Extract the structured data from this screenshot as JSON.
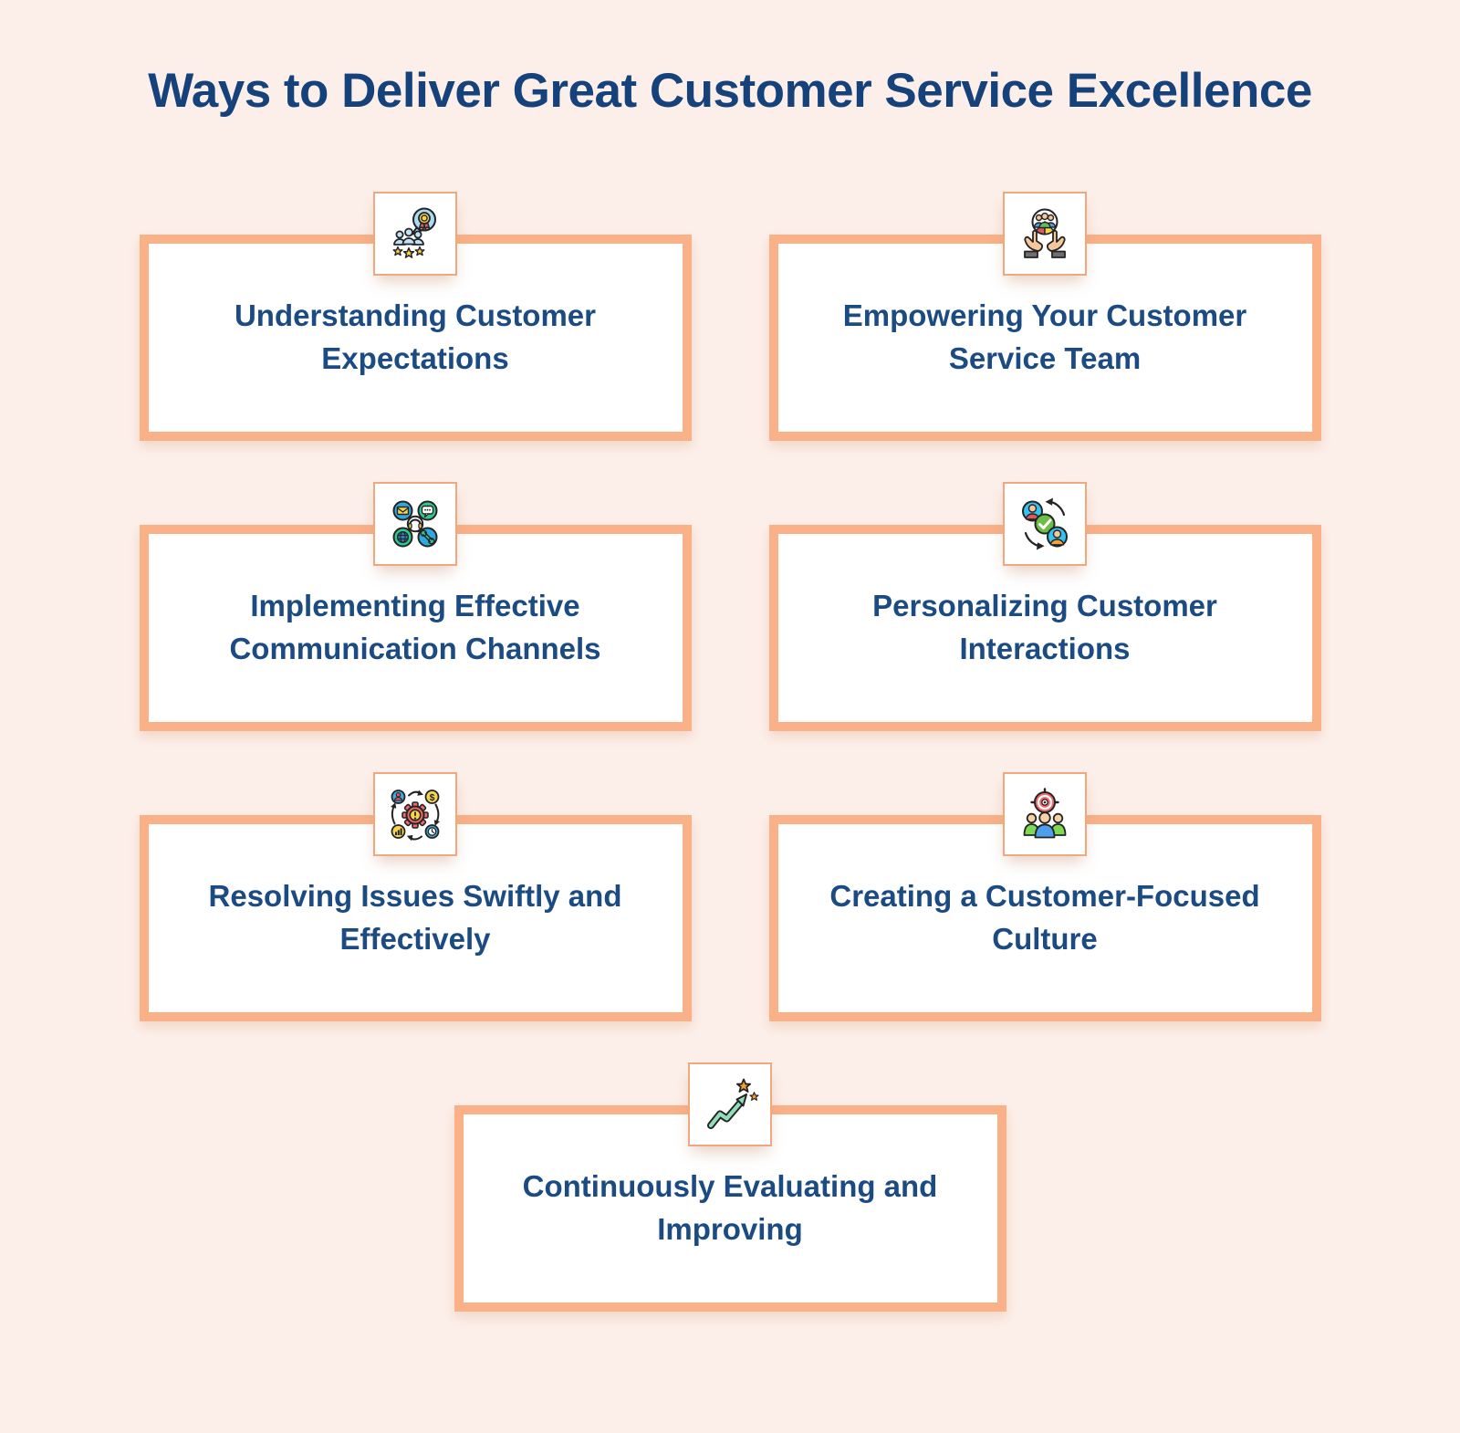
{
  "page": {
    "title": "Ways to Deliver Great Customer Service Excellence"
  },
  "theme": {
    "background": "#FCEFE9",
    "card_border": "#FAB187",
    "card_background": "#FFFFFF",
    "title_color": "#16427C",
    "card_text_color": "#1B4B82"
  },
  "cards": [
    {
      "title": "Understanding Customer Expectations",
      "icon": "customer-expectations-award-icon"
    },
    {
      "title": "Empowering Your Customer Service Team",
      "icon": "empowering-team-hands-icon"
    },
    {
      "title": "Implementing Effective Communication Channels",
      "icon": "communication-channels-icon"
    },
    {
      "title": "Personalizing Customer Interactions",
      "icon": "personalized-interactions-cycle-icon"
    },
    {
      "title": "Resolving Issues Swiftly and Effectively",
      "icon": "issue-resolution-gear-icon"
    },
    {
      "title": "Creating a Customer-Focused Culture",
      "icon": "customer-focused-culture-target-icon"
    },
    {
      "title": "Continuously Evaluating and Improving",
      "icon": "continuous-improvement-growth-icon"
    }
  ]
}
